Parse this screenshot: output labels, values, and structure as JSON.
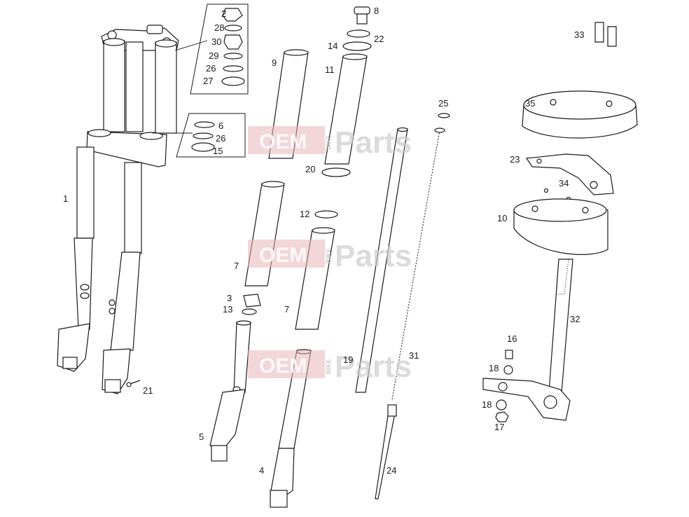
{
  "watermark": {
    "left_text": "OEM",
    "side_text": "BIKE",
    "right_text": "Parts"
  },
  "callouts": {
    "c1": "1",
    "c2": "2",
    "c3": "3",
    "c4": "4",
    "c5": "5",
    "c6": "6",
    "c7a": "7",
    "c7b": "7",
    "c8": "8",
    "c9": "9",
    "c10": "10",
    "c11": "11",
    "c12": "12",
    "c13": "13",
    "c14": "14",
    "c15": "15",
    "c16": "16",
    "c17": "17",
    "c18a": "18",
    "c18b": "18",
    "c19": "19",
    "c20": "20",
    "c21": "21",
    "c22": "22",
    "c23": "23",
    "c24": "24",
    "c25": "25",
    "c26a": "26",
    "c26b": "26",
    "c27": "27",
    "c28": "28",
    "c29": "29",
    "c30": "30",
    "c31": "31",
    "c32": "32",
    "c33": "33",
    "c34": "34",
    "c35": "35"
  }
}
